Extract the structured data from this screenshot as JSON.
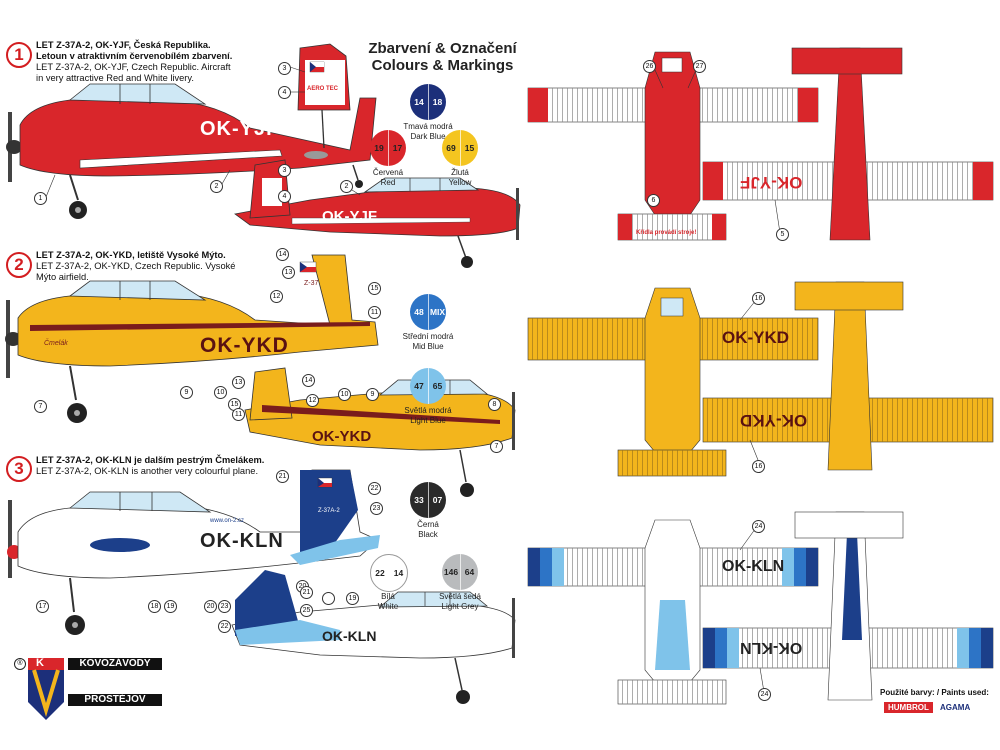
{
  "header": {
    "title_cz": "Zbarvení & Označení",
    "title_en": "Colours & Markings"
  },
  "schemes": [
    {
      "number": "1",
      "line1": "LET Z-37A-2, OK-YJF, Česká Republika.",
      "line2": "Letoun v atraktivním červenobílém zbarvení.",
      "line3": "LET Z-37A-2, OK-YJF, Czech Republic. Aircraft",
      "line4": "in very attractive Red and White livery.",
      "registration": "OK-YJF",
      "fuselage_color": "#d9262b"
    },
    {
      "number": "2",
      "line1": "LET Z-37A-2, OK-YKD, letiště Vysoké Mýto.",
      "line2": "LET Z-37A-2, OK-YKD, Czech Republic. Vysoké",
      "line3": "Mýto airfield.",
      "registration": "OK-YKD",
      "fuselage_color": "#f3b51c"
    },
    {
      "number": "3",
      "line1": "LET Z-37A-2, OK-KLN je dalším pestrým Čmelákem.",
      "line2": "LET Z-37A-2, OK-KLN is another very colourful plane.",
      "registration": "OK-KLN",
      "fuselage_color": "#ffffff"
    }
  ],
  "colors": [
    {
      "a": "14",
      "b": "18",
      "name_cz": "Tmavá modrá",
      "name_en": "Dark Blue",
      "hex": "#1c2f7a",
      "text": "#ffffff"
    },
    {
      "a": "19",
      "b": "17",
      "name_cz": "Červená",
      "name_en": "Red",
      "hex": "#d9262b",
      "text": "#222222"
    },
    {
      "a": "69",
      "b": "15",
      "name_cz": "Žlutá",
      "name_en": "Yellow",
      "hex": "#f4c520",
      "text": "#222222"
    },
    {
      "a": "48",
      "b": "MIX",
      "name_cz": "Střední modrá",
      "name_en": "Mid Blue",
      "hex": "#2d74c6",
      "text": "#ffffff"
    },
    {
      "a": "47",
      "b": "65",
      "name_cz": "Světlá modrá",
      "name_en": "Light Blue",
      "hex": "#7fc3ea",
      "text": "#222222"
    },
    {
      "a": "33",
      "b": "07",
      "name_cz": "Černá",
      "name_en": "Black",
      "hex": "#2a2a2a",
      "text": "#ffffff"
    },
    {
      "a": "22",
      "b": "14",
      "name_cz": "Bílá",
      "name_en": "White",
      "hex": "#ffffff",
      "text": "#222222"
    },
    {
      "a": "146",
      "b": "64",
      "name_cz": "Světlá šedá",
      "name_en": "Light Grey",
      "hex": "#b9bbbd",
      "text": "#222222"
    }
  ],
  "callouts": [
    "1",
    "2",
    "3",
    "4",
    "5",
    "6",
    "7",
    "8",
    "9",
    "10",
    "11",
    "12",
    "13",
    "14",
    "15",
    "16",
    "17",
    "18",
    "19",
    "20",
    "21",
    "22",
    "23",
    "24",
    "25",
    "26",
    "27"
  ],
  "markings": {
    "tail_text_1": "AERO TEC",
    "tail_text_2": "Z-37",
    "tail_text_3": "Z-37A-2",
    "cowl_text": "Čmelák",
    "web_text": "www.on-2.cz",
    "warning_text": "Křídla provádí stroje!"
  },
  "logo": {
    "line1": "KOVOZÁVODY",
    "line2": "PROSTĚJOV",
    "letter": "K"
  },
  "paints": {
    "note": "Použité barvy: / Paints used:",
    "brand1": "HUMBROL",
    "brand2": "AGAMA"
  }
}
